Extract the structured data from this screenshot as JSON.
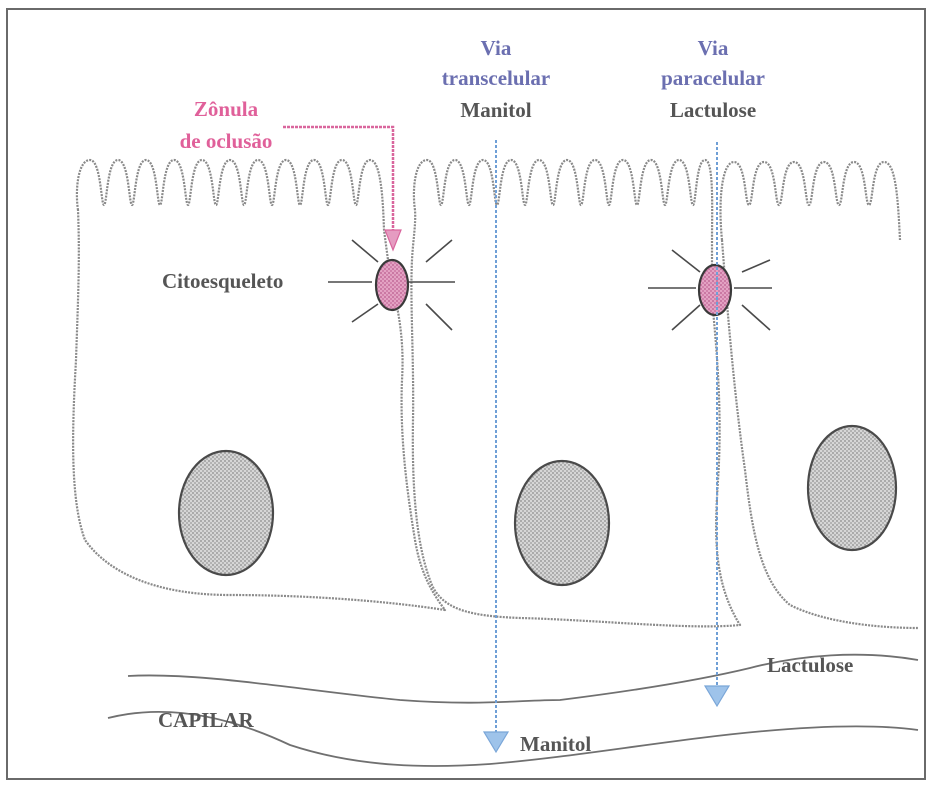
{
  "labels": {
    "via_transcelular": "Via",
    "via_transcelular_2": "transcelular",
    "manitol_top": "Manitol",
    "via_paracelular": "Via",
    "via_paracelular_2": "paracelular",
    "lactulose_top": "Lactulose",
    "zonula_1": "Zônula",
    "zonula_2": "de oclusão",
    "citoesqueleto": "Citoesqueleto",
    "capilar": "CAPILAR",
    "lactulose_bottom": "Lactulose",
    "manitol_bottom": "Manitol"
  },
  "colors": {
    "via_label": "#6b6fb0",
    "dark_label": "#555555",
    "zonula_label": "#e0609a",
    "flow_arrow": "#6f9fd6",
    "nucleus_fill": "#c8c8c8",
    "tight_junction_fill": "#d987b0"
  }
}
